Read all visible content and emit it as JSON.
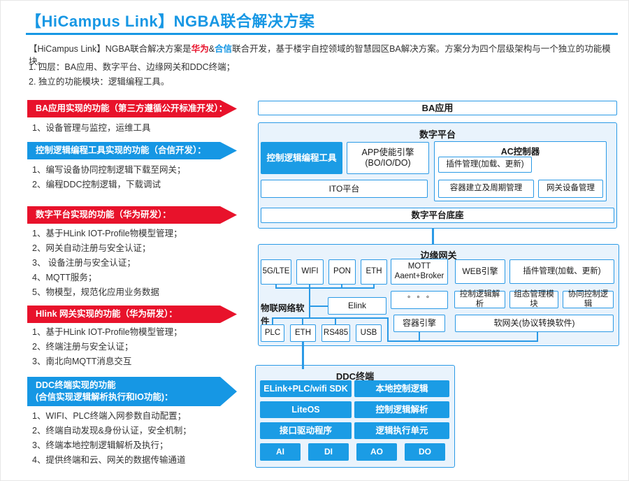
{
  "colors": {
    "accent_blue": "#1797e4",
    "banner_red": "#e8122b",
    "banner_blue": "#1697e4",
    "box_blue": "#1b9ce5",
    "border_blue": "#2b9ae6",
    "panel_fill": "#e9f3fc"
  },
  "page": {
    "title": "【HiCampus Link】NGBA联合解决方案",
    "intro": {
      "pre": "【HiCampus Link】NGBA联合解决方案是",
      "huawei": "华为",
      "amp": "&",
      "hexin": "合信",
      "post": "联合开发，基于楼宇自控领域的智慧园区BA解决方案。方案分为四个层级架构与一个独立的功能模块。"
    },
    "layers_line": "1. 四层：BA应用、数字平台、边缘网关和DDC终端；",
    "module_line": "2. 独立的功能模块：逻辑编程工具。"
  },
  "banners": [
    {
      "title": "BA应用实现的功能（第三方遵循公开标准开发）：",
      "items": [
        "1、设备管理与监控，运维工具"
      ]
    },
    {
      "title": "控制逻辑编程工具实现的功能（合信开发）：",
      "items": [
        "1、编写设备协同控制逻辑下载至网关；",
        "2、编程DDC控制逻辑，下载调试"
      ]
    },
    {
      "title": "数字平台实现的功能（华为研发）：",
      "items": [
        "1、基于HLink IOT-Profile物模型管理；",
        "2、网关自动注册与安全认证；",
        "3、 设备注册与安全认证；",
        "4、MQTT服务；",
        "5、物模型，规范化应用业务数据"
      ]
    },
    {
      "title": "Hlink 网关实现的功能（华为研发）：",
      "items": [
        "1、基于HLink IOT-Profile物模型管理；",
        "2、终端注册与安全认证；",
        "3、南北向MQTT消息交互"
      ]
    },
    {
      "title": "DDC终端实现的功能",
      "title2": "(合信实现逻辑解析执行和IO功能)：",
      "items": [
        "1、WIFI、PLC终端入网参数自动配置；",
        "2、终端自动发现&身份认证，安全机制；",
        "3、终端本地控制逻辑解析及执行；",
        "4、提供终端和云、网关的数据传输通道"
      ]
    }
  ],
  "diagram": {
    "ba_app": "BA应用",
    "digital": {
      "title": "数字平台",
      "programming_tool": "控制逻辑编程工具",
      "app_engine_line1": "APP使能引擎",
      "app_engine_line2": "(BO/IO/DO)",
      "ac_title": "AC控制器",
      "plugin_mgmt": "插件管理(加载、更新)",
      "container_mgmt": "容器建立及周期管理",
      "gateway_mgmt": "网关设备管理",
      "ito": "ITO平台",
      "base": "数字平台底座"
    },
    "edge": {
      "title": "边缘网关",
      "if_5g": "5G/LTE",
      "if_wifi": "WIFI",
      "if_pon": "PON",
      "if_eth": "ETH",
      "mqtt_line1": "MOTT",
      "mqtt_line2": "Aaent+Broker",
      "web_engine": "WEB引擎",
      "plugin_mgmt": "插件管理(加载、更新)",
      "iot_net_label": "物联网络软件",
      "elink": "Elink",
      "dots": "° ° °",
      "logic_parse": "控制逻辑解析",
      "config_module": "组态管理模块",
      "coop_logic": "协同控制逻辑",
      "plc": "PLC",
      "eth2": "ETH",
      "rs485": "RS485",
      "usb": "USB",
      "container_engine": "容器引擎",
      "soft_gateway": "软网关(协议转换软件)"
    },
    "ddc": {
      "title": "DDC终端",
      "sdk": "ELink+PLC/wifi SDK",
      "local_logic": "本地控制逻辑",
      "liteos": "LiteOS",
      "logic_parse": "控制逻辑解析",
      "driver": "接口驱动程序",
      "exec_unit": "逻辑执行单元",
      "io": [
        "AI",
        "DI",
        "AO",
        "DO"
      ]
    }
  }
}
